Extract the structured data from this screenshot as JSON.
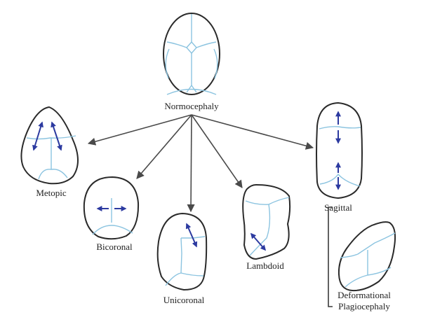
{
  "figure": {
    "type": "craniosynostosis skull shape diagram",
    "center": {
      "label": "Normocephaly"
    },
    "variants": [
      {
        "id": "metopic",
        "label": "Metopic"
      },
      {
        "id": "bicoronal",
        "label": "Bicoronal"
      },
      {
        "id": "unicoronal",
        "label": "Unicoronal"
      },
      {
        "id": "lambdoid",
        "label": "Lambdoid"
      },
      {
        "id": "sagittal",
        "label": "Sagittal"
      }
    ],
    "related": {
      "label_line1": "Deformational",
      "label_line2": "Plagiocephaly"
    }
  },
  "colors": {
    "skull_outline": "#2a2a2a",
    "suture": "#8cc4e0",
    "growth_arrow": "#2c3aa0",
    "connector_arrow": "#4a4a4a"
  }
}
